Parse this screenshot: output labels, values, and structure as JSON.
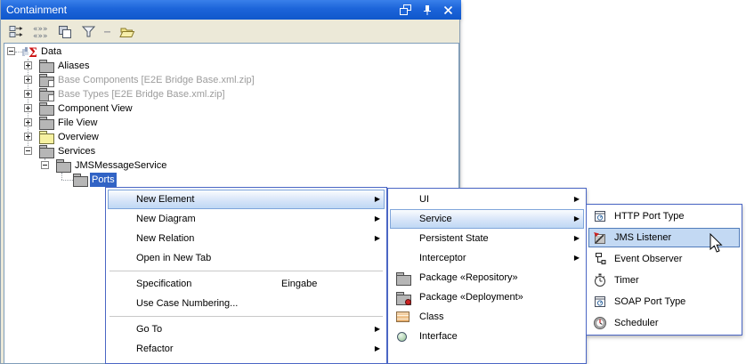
{
  "window": {
    "title": "Containment",
    "controls": [
      {
        "name": "float-window-button",
        "icon": "float-icon"
      },
      {
        "name": "pin-button",
        "icon": "pin-icon"
      },
      {
        "name": "close-button",
        "icon": "close-icon"
      }
    ]
  },
  "toolbar": {
    "icons": [
      "expand-nodes-icon",
      "collapse-nodes-icon",
      "copy-structure-icon",
      "filter-icon",
      "separator-dash",
      "open-project-icon"
    ]
  },
  "tree": {
    "items": [
      {
        "label": "Data",
        "icon": "model-icon",
        "expander": "minus"
      },
      {
        "label": "Aliases",
        "icon": "folder-icon",
        "expander": "plus"
      },
      {
        "label": "Base Components [E2E Bridge Base.xml.zip]",
        "icon": "folder-doc-icon",
        "expander": "plus",
        "muted": true
      },
      {
        "label": "Base Types [E2E Bridge Base.xml.zip]",
        "icon": "folder-doc-icon",
        "expander": "plus",
        "muted": true
      },
      {
        "label": "Component View",
        "icon": "folder-icon",
        "expander": "plus"
      },
      {
        "label": "File View",
        "icon": "folder-icon",
        "expander": "plus"
      },
      {
        "label": "Overview",
        "icon": "folder-yellow-icon",
        "expander": "plus"
      },
      {
        "label": "Services",
        "icon": "folder-icon",
        "expander": "minus"
      },
      {
        "label": "JMSMessageService",
        "icon": "folder-icon",
        "expander": "minus"
      },
      {
        "label": "Ports",
        "icon": "folder-icon",
        "selected": true
      }
    ]
  },
  "menus": {
    "context": {
      "items": [
        {
          "label": "New Element",
          "arrow": true,
          "highlighted": true
        },
        {
          "label": "New Diagram",
          "arrow": true
        },
        {
          "label": "New Relation",
          "arrow": true
        },
        {
          "label": "Open in New Tab"
        },
        {
          "separator": true
        },
        {
          "label": "Specification",
          "shortcut": "Eingabe"
        },
        {
          "label": "Use Case Numbering..."
        },
        {
          "separator": true
        },
        {
          "label": "Go To",
          "arrow": true
        },
        {
          "label": "Refactor",
          "arrow": true
        }
      ]
    },
    "new_element": {
      "items": [
        {
          "label": "UI",
          "arrow": true
        },
        {
          "label": "Service",
          "arrow": true,
          "highlighted": true
        },
        {
          "label": "Persistent State",
          "arrow": true
        },
        {
          "label": "Interceptor",
          "arrow": true
        },
        {
          "label": "Package «Repository»",
          "icon": "package-repository-icon"
        },
        {
          "label": "Package «Deployment»",
          "icon": "package-deployment-icon"
        },
        {
          "label": "Class",
          "icon": "class-icon"
        },
        {
          "label": "Interface",
          "icon": "interface-icon"
        }
      ]
    },
    "service": {
      "items": [
        {
          "label": "HTTP Port Type",
          "icon": "http-port-type-icon"
        },
        {
          "label": "JMS Listener",
          "icon": "jms-listener-icon",
          "highlighted": true
        },
        {
          "label": "Event Observer",
          "icon": "event-observer-icon"
        },
        {
          "label": "Timer",
          "icon": "timer-icon"
        },
        {
          "label": "SOAP Port Type",
          "icon": "soap-port-type-icon"
        },
        {
          "label": "Scheduler",
          "icon": "scheduler-icon"
        }
      ]
    }
  },
  "colors": {
    "titlebar_blue": "#1c64d9",
    "selection_blue": "#3163c5",
    "menu_border_blue": "#4a66c4",
    "menu_highlight": "#c3d9f3",
    "panel_beige": "#ece9d8"
  }
}
